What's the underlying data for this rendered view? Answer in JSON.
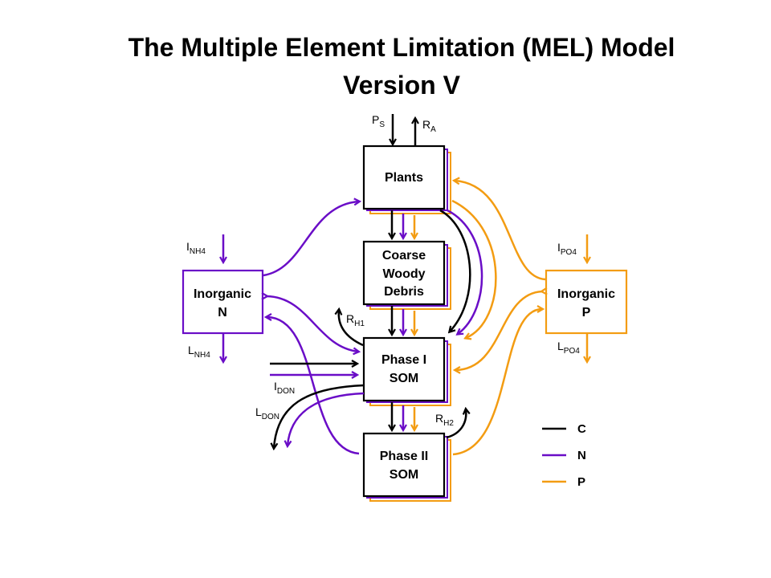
{
  "title": {
    "line1": "The Multiple Element Limitation (MEL) Model",
    "line2": "Version V"
  },
  "colors": {
    "C": "#000000",
    "N": "#6a0dc7",
    "P": "#f39c12"
  },
  "boxes": {
    "plants": {
      "line1": "Plants"
    },
    "cwd": {
      "line1": "Coarse",
      "line2": "Woody",
      "line3": "Debris"
    },
    "som1": {
      "line1": "Phase I",
      "line2": "SOM"
    },
    "som2": {
      "line1": "Phase II",
      "line2": "SOM"
    },
    "inorg_n": {
      "line1": "Inorganic",
      "line2": "N"
    },
    "inorg_p": {
      "line1": "Inorganic",
      "line2": "P"
    }
  },
  "fluxes": {
    "ps": {
      "main": "P",
      "sub": "S"
    },
    "ra": {
      "main": "R",
      "sub": "A"
    },
    "rh1": {
      "main": "R",
      "sub": "H1"
    },
    "rh2": {
      "main": "R",
      "sub": "H2"
    },
    "inh4": {
      "main": "I",
      "sub": "NH4"
    },
    "lnh4": {
      "main": "L",
      "sub": "NH4"
    },
    "ipo4": {
      "main": "I",
      "sub": "PO4"
    },
    "lpo4": {
      "main": "L",
      "sub": "PO4"
    },
    "idon": {
      "main": "I",
      "sub": "DON"
    },
    "ldon": {
      "main": "L",
      "sub": "DON"
    }
  },
  "legend": [
    {
      "label": "C",
      "color": "#000000"
    },
    {
      "label": "N",
      "color": "#6a0dc7"
    },
    {
      "label": "P",
      "color": "#f39c12"
    }
  ]
}
